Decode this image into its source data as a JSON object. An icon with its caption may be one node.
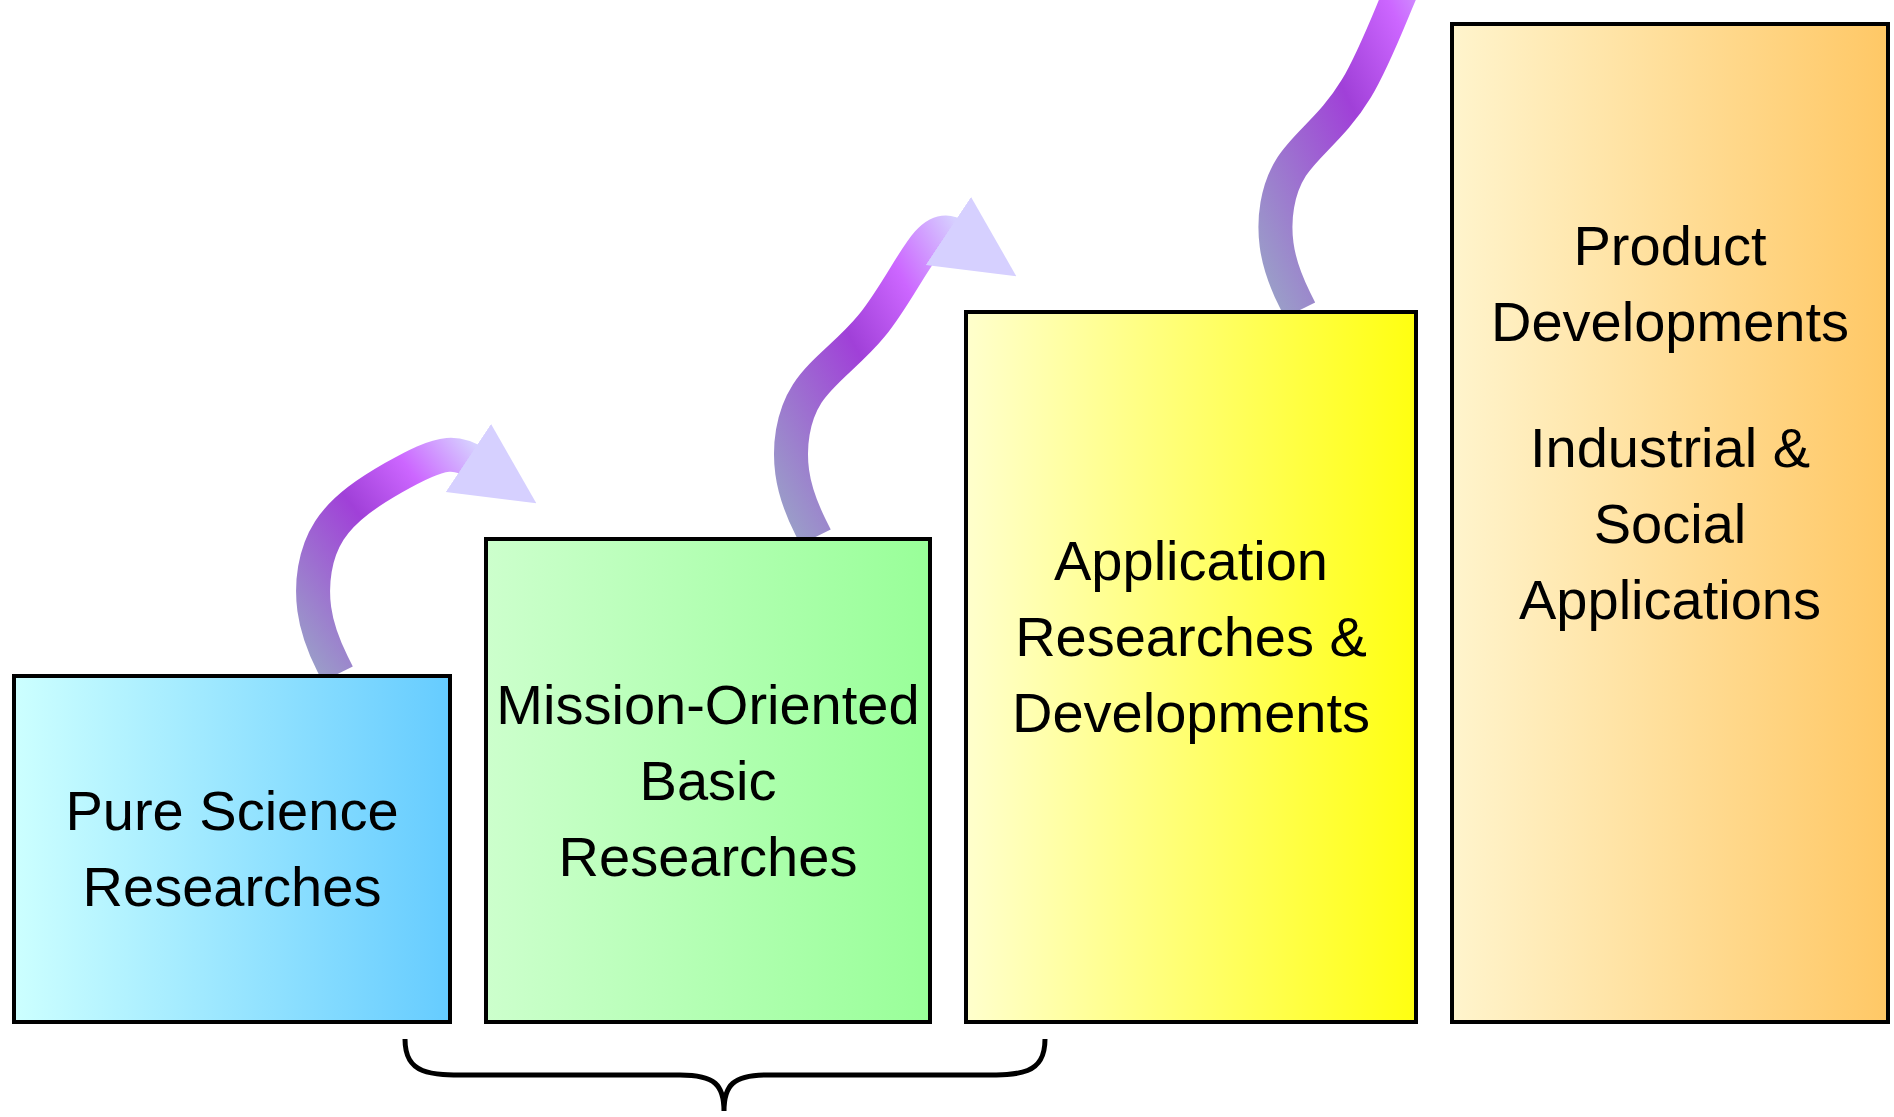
{
  "diagram": {
    "nodes": [
      {
        "text": [
          "Pure Science Researches"
        ]
      },
      {
        "text": [
          "Mission-Oriented Basic Researches"
        ]
      },
      {
        "text": [
          "Application Researches & Developments"
        ]
      },
      {
        "text": [
          "Product Developments",
          "Industrial & Social Applications"
        ]
      }
    ],
    "edges": [
      {
        "from": 0,
        "to": 1,
        "arrow": "to"
      },
      {
        "from": 1,
        "to": 2,
        "arrow": "to"
      },
      {
        "from": 2,
        "to": 3,
        "arrow": "to"
      }
    ]
  }
}
